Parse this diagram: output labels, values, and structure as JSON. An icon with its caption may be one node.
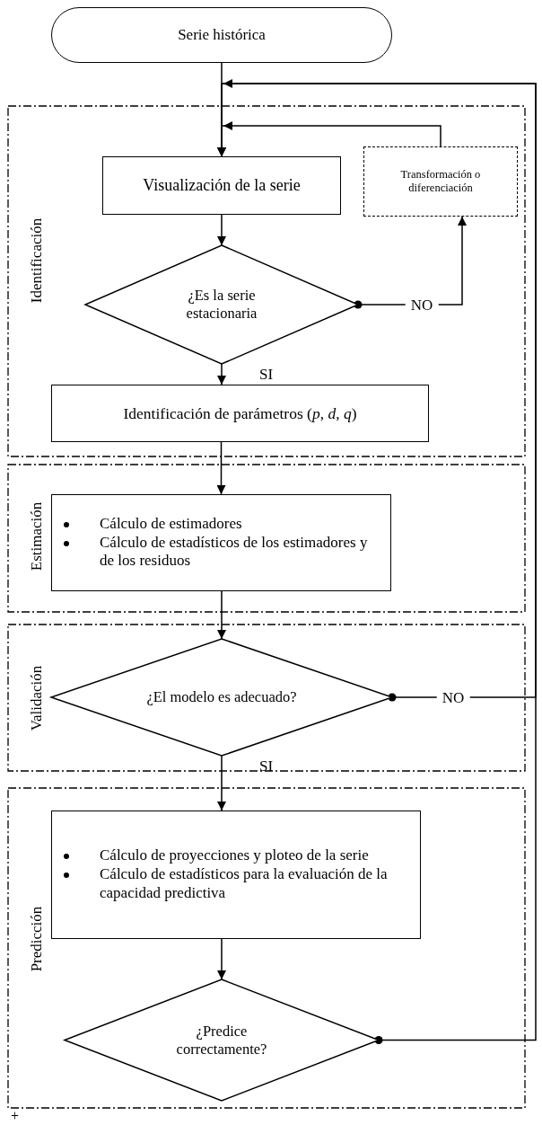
{
  "diagram": {
    "nodes": [
      {
        "text": [
          "Serie histórica"
        ]
      },
      {
        "text": [
          "Identificación"
        ]
      },
      {
        "text": [
          "Visualización de la serie"
        ],
        "in": 1
      },
      {
        "text": [
          "Transformación o diferenciación"
        ],
        "in": 1
      },
      {
        "text": [
          "¿Es la serie estacionaria"
        ],
        "in": 1
      },
      {
        "text": [
          "Identificación de parámetros (*p*, *d*, *q*)"
        ],
        "in": 1
      },
      {
        "text": [
          "Estimación"
        ]
      },
      {
        "text": [
          "Cálculo de estimadores",
          "Cálculo de estadísticos de los estimadores y de los residuos"
        ],
        "in": 6
      },
      {
        "text": [
          "Validación"
        ]
      },
      {
        "text": [
          "¿El modelo es adecuado?"
        ],
        "in": 8
      },
      {
        "text": [
          "Predicción"
        ]
      },
      {
        "text": [
          "Cálculo de proyecciones y ploteo de la serie",
          "Cálculo de estadísticos para la evaluación de la capacidad predictiva"
        ],
        "in": 10
      },
      {
        "text": [
          "¿Predice correctamente?"
        ],
        "in": 10
      }
    ],
    "edges": [
      {
        "from": 0,
        "to": 2,
        "arrow": "to"
      },
      {
        "from": 2,
        "to": 4,
        "arrow": "to"
      },
      {
        "from": 4,
        "to": 3,
        "arrow": "to",
        "label": "NO"
      },
      {
        "from": 3,
        "to": 2,
        "arrow": "to"
      },
      {
        "from": 4,
        "to": 5,
        "arrow": "to",
        "label": "SI"
      },
      {
        "from": 5,
        "to": 7,
        "arrow": "to"
      },
      {
        "from": 7,
        "to": 9,
        "arrow": "to"
      },
      {
        "from": 9,
        "to": 11,
        "arrow": "to",
        "label": "SI"
      },
      {
        "from": 9,
        "to": 2,
        "arrow": "to",
        "label": "NO"
      },
      {
        "from": 11,
        "to": 12,
        "arrow": "to"
      },
      {
        "from": 12,
        "to": 2,
        "arrow": "to"
      }
    ],
    "labels": [
      "+"
    ]
  }
}
